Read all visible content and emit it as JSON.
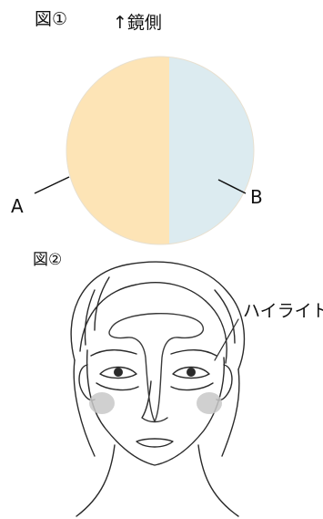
{
  "figure1": {
    "title": "図①",
    "mirror_side": "↑鏡側",
    "label_a": "A",
    "label_b": "B",
    "colors": {
      "left_half": "#fde4b6",
      "right_half": "#dcebf0"
    }
  },
  "figure2": {
    "title": "図②",
    "highlight_label": "ハイライト",
    "colors": {
      "cheek_shading": "#c8c8c8"
    }
  }
}
